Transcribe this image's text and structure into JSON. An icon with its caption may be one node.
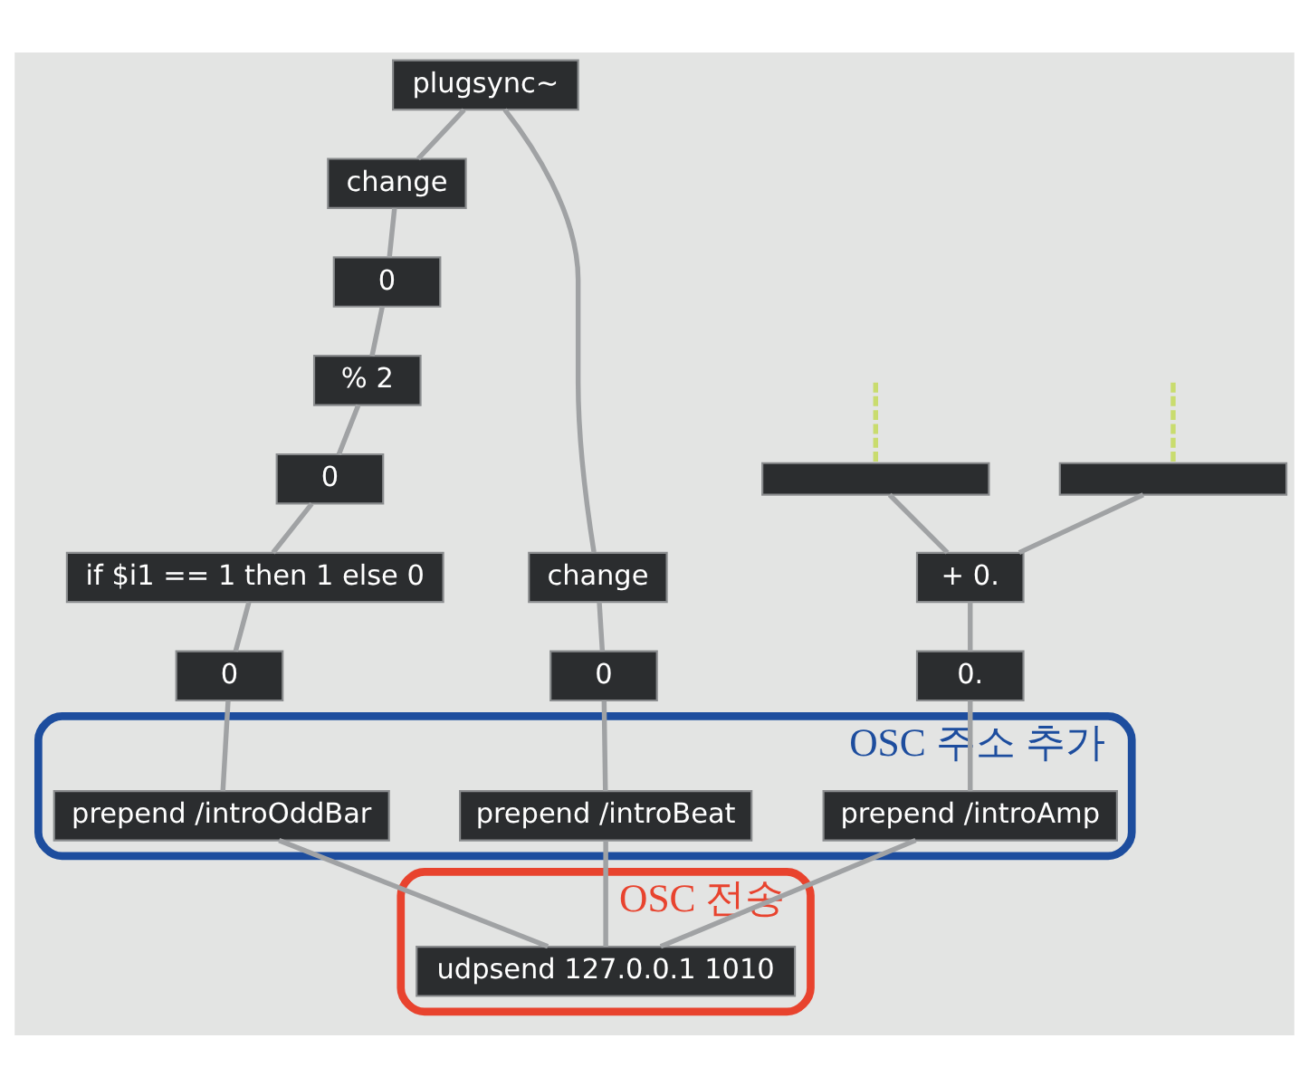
{
  "diagram": {
    "nodes": [
      {
        "text": [
          "plugsync~"
        ]
      },
      {
        "text": [],
        "shape": "bar"
      },
      {
        "text": [],
        "shape": "bar"
      },
      {
        "text": [
          "change"
        ]
      },
      {
        "text": [
          "0"
        ]
      },
      {
        "text": [
          "% 2"
        ]
      },
      {
        "text": [
          "+ 0."
        ]
      },
      {
        "text": [
          "change"
        ]
      },
      {
        "text": [
          "0"
        ]
      },
      {
        "text": [
          "0"
        ]
      },
      {
        "text": [
          "0."
        ]
      },
      {
        "text": [
          "if $i1 == 1 then 1 else 0"
        ]
      },
      {
        "text": [
          "0"
        ]
      },
      {
        "text": [
          "OSC 주소 추가"
        ]
      },
      {
        "text": [
          "prepend /introAmp"
        ],
        "in": 13
      },
      {
        "text": [
          "prepend /introOddBar"
        ],
        "in": 13
      },
      {
        "text": [
          "prepend /introBeat"
        ],
        "in": 13
      },
      {
        "text": [
          "OSC 전송"
        ]
      },
      {
        "text": [
          "udpsend 127.0.0.1 1010"
        ],
        "in": 17
      }
    ],
    "edges": [
      {
        "from": null,
        "to": 1,
        "arrow": "none",
        "style": "dashed",
        "color": "#c9dc6e"
      },
      {
        "from": null,
        "to": 2,
        "arrow": "none",
        "style": "dashed",
        "color": "#c9dc6e"
      },
      {
        "from": 1,
        "to": 6,
        "arrow": "none"
      },
      {
        "from": 2,
        "to": 6,
        "arrow": "none"
      },
      {
        "from": 6,
        "to": 10,
        "arrow": "none"
      },
      {
        "from": 10,
        "to": 14,
        "arrow": "none"
      },
      {
        "from": 14,
        "to": 18,
        "arrow": "none"
      },
      {
        "from": 0,
        "to": 3,
        "arrow": "none"
      },
      {
        "from": 3,
        "to": 4,
        "arrow": "none"
      },
      {
        "from": 4,
        "to": 5,
        "arrow": "none"
      },
      {
        "from": 5,
        "to": 8,
        "arrow": "none"
      },
      {
        "from": 8,
        "to": 11,
        "arrow": "none"
      },
      {
        "from": 11,
        "to": 12,
        "arrow": "none"
      },
      {
        "from": 12,
        "to": 15,
        "arrow": "none"
      },
      {
        "from": 15,
        "to": 18,
        "arrow": "none"
      },
      {
        "from": 0,
        "to": 7,
        "arrow": "none"
      },
      {
        "from": 7,
        "to": 9,
        "arrow": "none"
      },
      {
        "from": 9,
        "to": 16,
        "arrow": "none"
      },
      {
        "from": 16,
        "to": 18,
        "arrow": "none"
      }
    ]
  }
}
